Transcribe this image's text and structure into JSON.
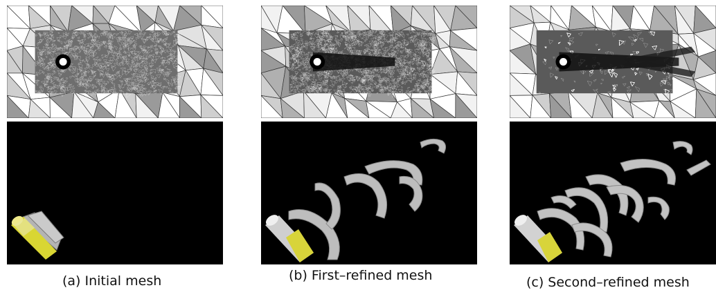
{
  "figure": {
    "panels": [
      {
        "id": "a",
        "caption": "(a) Initial mesh"
      },
      {
        "id": "b",
        "caption": "(b) First–refined mesh"
      },
      {
        "id": "c",
        "caption": "(c) Second–refined mesh"
      }
    ]
  }
}
